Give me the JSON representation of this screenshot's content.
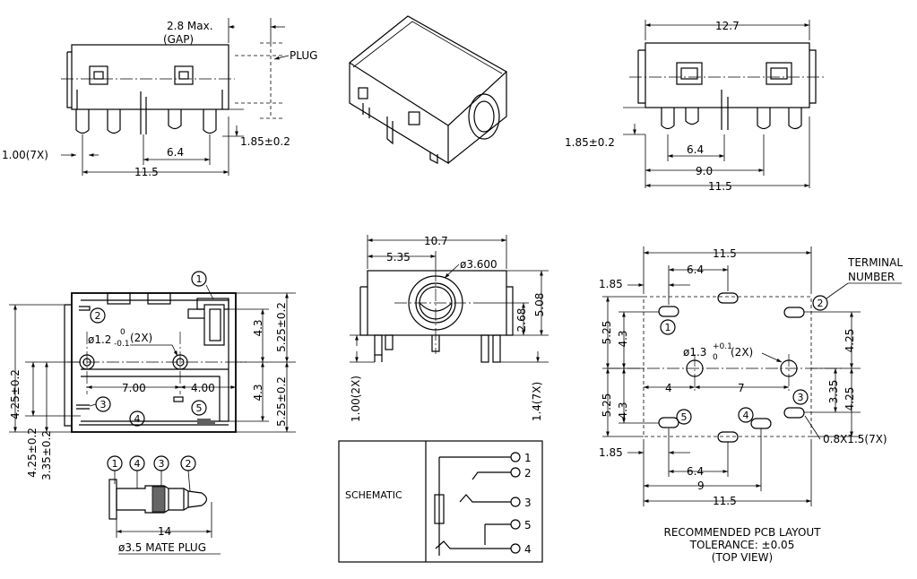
{
  "views": {
    "front": {
      "gap_max": "2.8 Max.",
      "gap_label": "(GAP)",
      "plug": "PLUG",
      "pin_width": "1.00(7X)",
      "pin_pitch": "6.4",
      "pin_height": "1.85±0.2",
      "overall_width": "11.5"
    },
    "rear": {
      "overall": "12.7",
      "pin_height": "1.85±0.2",
      "d1": "6.4",
      "d2": "9.0",
      "d3": "11.5"
    },
    "top": {
      "num1": "1",
      "num2": "2",
      "num3": "3",
      "num4": "4",
      "num5": "5",
      "hole_dia": "ø1.2",
      "tol_upper": "0",
      "tol_lower": "-0.1",
      "hole_count": "(2X)",
      "d_700": "7.00",
      "d_400": "4.00",
      "v_43a": "4.3",
      "v_525a": "5.25±0.2",
      "v_43b": "4.3",
      "v_525b": "5.25±0.2",
      "left_425": "4.25±0.2",
      "left_425b": "4.25±0.2",
      "left_335": "3.35±0.2"
    },
    "side": {
      "width": "10.7",
      "offset": "5.35",
      "bore": "ø3.600",
      "h1": "2.68",
      "h2": "5.08",
      "pin_left": "1.00(2X)",
      "pin_right": "1.4(7X)"
    },
    "plug": {
      "n1": "1",
      "n4": "4",
      "n3": "3",
      "n2": "2",
      "length": "14",
      "caption": "ø3.5 MATE PLUG"
    },
    "schematic": {
      "label": "SCHEMATIC",
      "p1": "1",
      "p2": "2",
      "p3": "3",
      "p5": "5",
      "p4": "4"
    },
    "pcb": {
      "terminal": "TERMINAL",
      "number": "NUMBER",
      "num2": "2",
      "num1": "1",
      "num3": "3",
      "num4": "4",
      "num5": "5",
      "top_115": "11.5",
      "top_64": "6.4",
      "left_185": "1.85",
      "v_525a": "5.25",
      "v_43a": "4.3",
      "v_525b": "5.25",
      "v_43b": "4.3",
      "hole_dia": "ø1.3",
      "tol_upper": "+0.1",
      "tol_lower": "0",
      "hole_count": "(2X)",
      "h_4": "4",
      "h_7": "7",
      "r_425a": "4.25",
      "r_335": "3.35",
      "r_425b": "4.25",
      "slot": "0.8X1.5(7X)",
      "bot_185": "1.85",
      "bot_64": "6.4",
      "bot_9": "9",
      "bot_115": "11.5",
      "caption1": "RECOMMENDED PCB LAYOUT",
      "caption2": "TOLERANCE: ±0.05",
      "caption3": "(TOP VIEW)"
    }
  }
}
